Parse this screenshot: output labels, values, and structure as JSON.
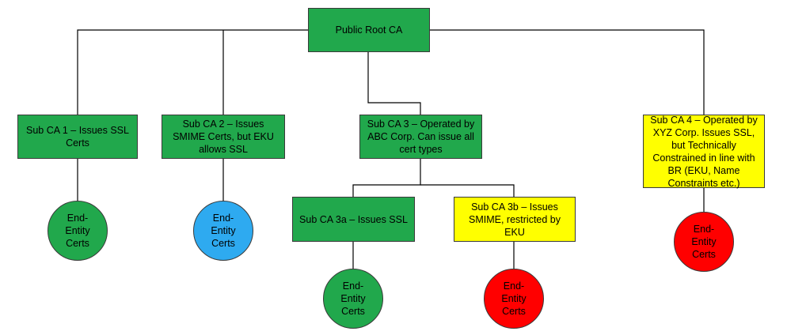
{
  "nodes": {
    "root": {
      "label": "Public Root CA"
    },
    "sub1": {
      "label": "Sub CA 1 – Issues SSL Certs"
    },
    "sub2": {
      "label": "Sub CA 2 – Issues SMIME Certs, but EKU allows SSL"
    },
    "sub3": {
      "label": "Sub CA 3 – Operated by ABC Corp. Can issue all cert types"
    },
    "sub4": {
      "label": "Sub CA 4 – Operated by XYZ Corp. Issues SSL, but Technically Constrained in line with BR (EKU, Name Constraints etc.)"
    },
    "sub3a": {
      "label": "Sub CA 3a – Issues SSL"
    },
    "sub3b": {
      "label": "Sub CA 3b – Issues SMIME, restricted by EKU"
    },
    "end1": {
      "label": "End-Entity Certs"
    },
    "end2": {
      "label": "End-Entity Certs"
    },
    "end3a": {
      "label": "End-Entity Certs"
    },
    "end3b": {
      "label": "End-Entity Certs"
    },
    "end4": {
      "label": "End-Entity Certs"
    }
  },
  "edges": [
    {
      "from": "root",
      "to": "sub1"
    },
    {
      "from": "root",
      "to": "sub2"
    },
    {
      "from": "root",
      "to": "sub3"
    },
    {
      "from": "root",
      "to": "sub4"
    },
    {
      "from": "sub1",
      "to": "end1"
    },
    {
      "from": "sub2",
      "to": "end2"
    },
    {
      "from": "sub3",
      "to": "sub3a"
    },
    {
      "from": "sub3",
      "to": "sub3b"
    },
    {
      "from": "sub3a",
      "to": "end3a"
    },
    {
      "from": "sub3b",
      "to": "end3b"
    },
    {
      "from": "sub4",
      "to": "end4"
    }
  ],
  "colors": {
    "green": "#21a84c",
    "yellow": "#ffff00",
    "blue": "#2eaaf0",
    "red": "#ff0000",
    "line": "#000000"
  }
}
